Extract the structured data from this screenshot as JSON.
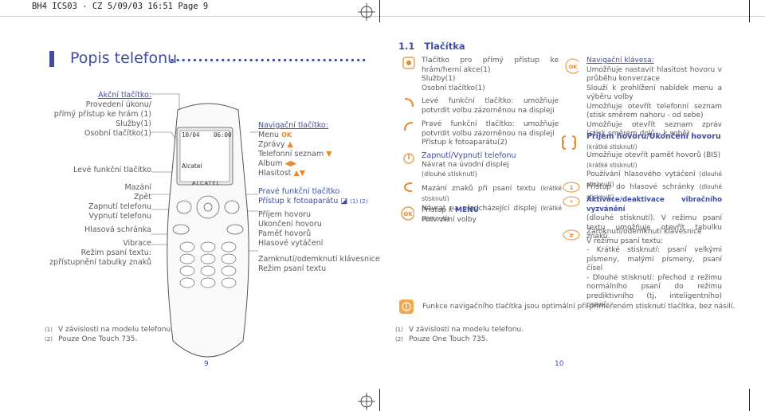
{
  "header": {
    "text": "BH4 ICS03 - CZ   5/09/03  16:51   Page 9"
  },
  "left_page": {
    "title": "Popis telefonu",
    "dots": "...................................",
    "left_labels": [
      {
        "text": "Akční tlačítko:",
        "style": "u"
      },
      {
        "text": "Provedení úkonu/",
        "style": "g"
      },
      {
        "text": "přímý přístup ke hrám (1)",
        "style": "g"
      },
      {
        "text": "Služby(1)",
        "style": "g"
      },
      {
        "text": "Osobní tlačítko(1)",
        "style": "g"
      },
      {
        "text": "Levé funkční tlačítko",
        "style": "g"
      },
      {
        "text": "Mazání",
        "style": "g"
      },
      {
        "text": "Zpět",
        "style": "g"
      },
      {
        "text": "Zapnutí telefonu",
        "style": "g"
      },
      {
        "text": "Vypnutí telefonu",
        "style": "g"
      },
      {
        "text": "Hlasová schránka",
        "style": "g"
      },
      {
        "text": "Vibrace",
        "style": "g"
      },
      {
        "text": "Režim psaní textu:",
        "style": "g"
      },
      {
        "text": "zpřístupnění tabulky znaků",
        "style": "g"
      }
    ],
    "phone": {
      "date": "10/04",
      "time": "06:00",
      "operator": "Alcatel",
      "brand": "ALCATEL"
    },
    "right_labels": {
      "nav_title": "Navigační tlačítko:",
      "menu": "Menu",
      "menu_ok": "OK",
      "zpravy": "Zprávy",
      "seznam": "Telefonní seznam",
      "album": "Album",
      "hlasitost": "Hlasitost",
      "prave": "Pravé funkční tlačítko",
      "fotoaparat": "Přístup k fotoaparátu",
      "foto_notes": "(1) (2)",
      "prijem": "Příjem hovoru",
      "ukonceni": "Ukončení hovoru",
      "pamet": "Paměť hovorů",
      "hlasove": "Hlasové vytáčení",
      "zamknuti": "Zamknutí/odemknutí klávesnice",
      "rezim": "Režim psaní textu"
    },
    "footnote1": "V závislosti na modelu telefonu.",
    "footnote2": "Pouze One Touch 735.",
    "fn1_mark": "(1)",
    "fn2_mark": "(2)",
    "page_number": "9"
  },
  "right_page": {
    "section_num": "1.1",
    "section_title": "Tlačítka",
    "c1_p1": "Tlačítko pro přímý přístup ke hrám/herní akce(1)",
    "c1_p1b": "Služby(1)",
    "c1_p1c": "Osobní tlačítko(1)",
    "c1_p2": "Levé funkční tlačítko: umožňuje potvrdit volbu zázorněnou na displeji",
    "c1_p3": "Pravé funkční tlačítko: umožňuje potvrdit volbu zázorněnou na displeji",
    "c1_p3b": "Přístup k fotoaparátu(2)",
    "c1_p4_title": "Zapnutí/Vypnutí telefonu",
    "c1_p4a": "Návrat na úvodní displej",
    "c1_p4b": "(dlouhé stisknutí)",
    "c1_p5a": "Mazání znaků při psaní textu",
    "c1_p5a_note": "(krátké stisknutí)",
    "c1_p5b": "Návrat na předcházející displej",
    "c1_p5b_note": "(krátké stisknutí)",
    "c1_p6a": "Přístup k",
    "c1_p6_menu": "MENU",
    "c1_p6b": "Potvrzení volby",
    "c2_nav_title": "Navigační klávesa:",
    "c2_nav1": "Umožňuje nastavit hlasitost hovoru v průběhu konverzace",
    "c2_nav2": "Slouží k prohlížení nabídek menu a výběru volby",
    "c2_nav3": "Umožňuje otevřít telefonní seznam (stisk směrem nahoru - od sebe)",
    "c2_nav4": "Umožňuje otevřít seznam zpráv (stisk směrem dolů – k sobě)",
    "c2_call_title": "Příjem hovoru/Ukončení hovoru",
    "c2_call1": "(krátké stisknutí)",
    "c2_call2": "Umožňuje otevřít paměť hovorů (BIS)",
    "c2_call3": "(krátké stisknutí)",
    "c2_call4": "Používání hlasového vytáčení",
    "c2_call4_note": "(dlouhé stisknutí)",
    "c2_vm": "Přístup do hlasové schránky",
    "c2_vm_note": "(dlouhé stisknutí)",
    "c2_vib_title": "Aktivace/deaktivace vibračního vyzvánění",
    "c2_vib1": "(dlouhé stisknutí). V režimu psaní textu umožňuje otevřít tabulku znaků.",
    "c2_lock1": "Zamknutí/odemknutí klávesnice",
    "c2_lock2": "V režimu psaní textu:",
    "c2_lock3": "- Krátké stisknutí: psaní velkými písmeny, malými písmeny, psaní čísel",
    "c2_lock4": "- Dlouhé stisknutí: přechod z režimu normálního psaní do režimu prediktivního (tj. inteligentního) psaní.",
    "note": "Funkce navigačního tlačítka jsou optimální při přiměřeném stisknutí tlačítka, bez násilí.",
    "footnote1": "V závislosti na modelu telefonu.",
    "footnote2": "Pouze One Touch 735.",
    "fn1_mark": "(1)",
    "fn2_mark": "(2)",
    "page_number": "10"
  },
  "colors": {
    "accent": "#3f4ea1",
    "icon": "#e88a2a",
    "text": "#5a5a5a"
  }
}
